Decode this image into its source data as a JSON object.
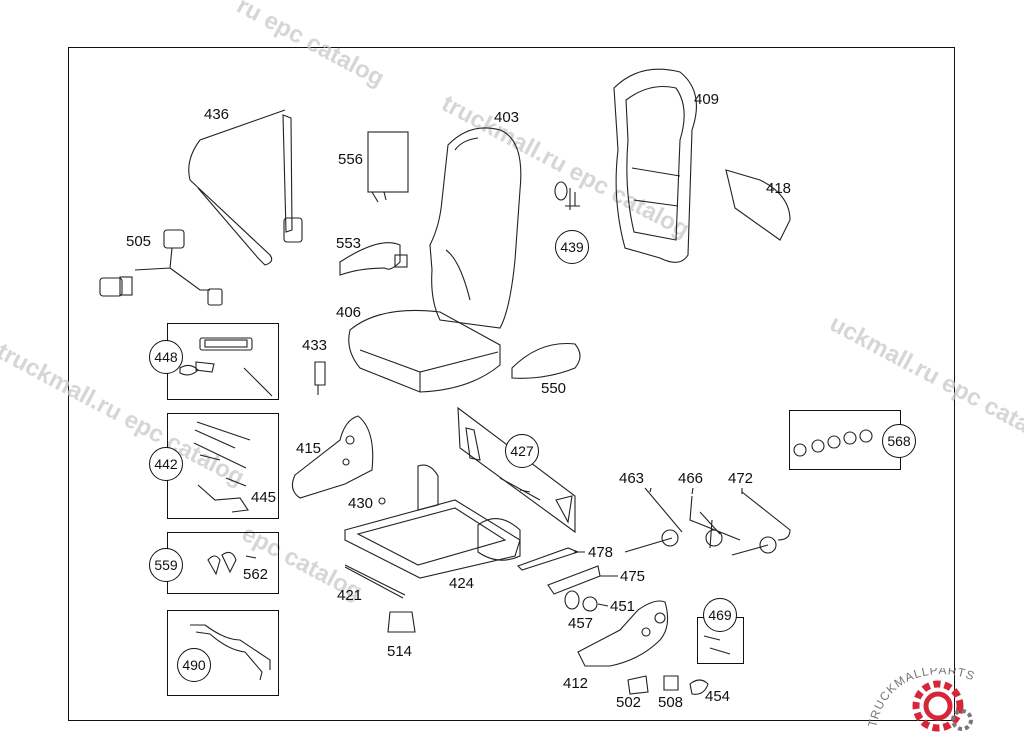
{
  "watermark": {
    "text_a": "truckmall.ru epc catalog",
    "text_b": "uckmall.ru epc catalog",
    "text_c": "ru epc catalog",
    "text_d": "epc catalog"
  },
  "brand": {
    "text": "TRUCKMALLPARTS",
    "color_primary": "#d6263c",
    "color_secondary": "#777777"
  },
  "parts": {
    "p403": "403",
    "p406": "406",
    "p409": "409",
    "p418": "418",
    "p436": "436",
    "p505": "505",
    "p556": "556",
    "p553": "553",
    "p433": "433",
    "p550": "550",
    "p415": "415",
    "p430": "430",
    "p424": "424",
    "p421": "421",
    "p514": "514",
    "p445": "445",
    "p562": "562",
    "p463": "463",
    "p466": "466",
    "p472": "472",
    "p478": "478",
    "p475": "475",
    "p451": "451",
    "p457": "457",
    "p412": "412",
    "p502": "502",
    "p508": "508",
    "p454": "454"
  },
  "callouts": {
    "c439": "439",
    "c448": "448",
    "c442": "442",
    "c559": "559",
    "c490": "490",
    "c427": "427",
    "c568": "568",
    "c469": "469"
  }
}
